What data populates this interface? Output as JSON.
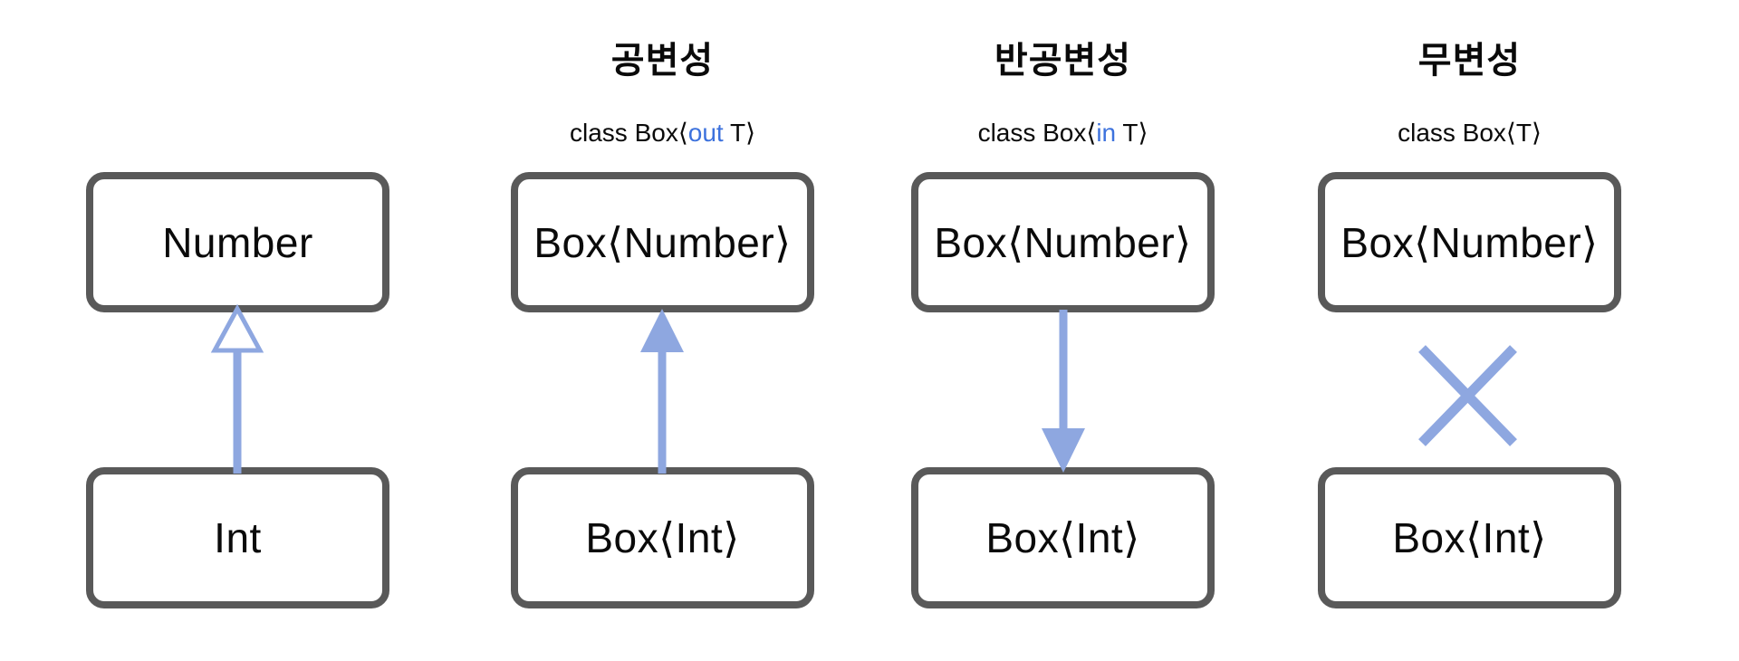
{
  "diagram": {
    "colors": {
      "arrow_blue": "#8EA7E0",
      "keyword_blue": "#3D72DD",
      "box_border": "#595959",
      "text_black": "#0a0a0a",
      "bg": "#ffffff"
    },
    "columns": [
      {
        "id": "type-hierarchy",
        "top_box": "Number",
        "bottom_box": "Int",
        "relation": "hollow_arrow_up"
      },
      {
        "id": "covariance",
        "title": "공변성",
        "class_decl": {
          "prefix": "class Box⟨",
          "keyword": "out",
          "suffix": " T⟩"
        },
        "top_box": "Box⟨Number⟩",
        "bottom_box": "Box⟨Int⟩",
        "relation": "filled_arrow_up"
      },
      {
        "id": "contravariance",
        "title": "반공변성",
        "class_decl": {
          "prefix": "class Box⟨",
          "keyword": "in",
          "suffix": " T⟩"
        },
        "top_box": "Box⟨Number⟩",
        "bottom_box": "Box⟨Int⟩",
        "relation": "filled_arrow_down"
      },
      {
        "id": "invariance",
        "title": "무변성",
        "class_decl": {
          "prefix": "class Box⟨T⟩",
          "keyword": "",
          "suffix": ""
        },
        "top_box": "Box⟨Number⟩",
        "bottom_box": "Box⟨Int⟩",
        "relation": "cross"
      }
    ]
  }
}
